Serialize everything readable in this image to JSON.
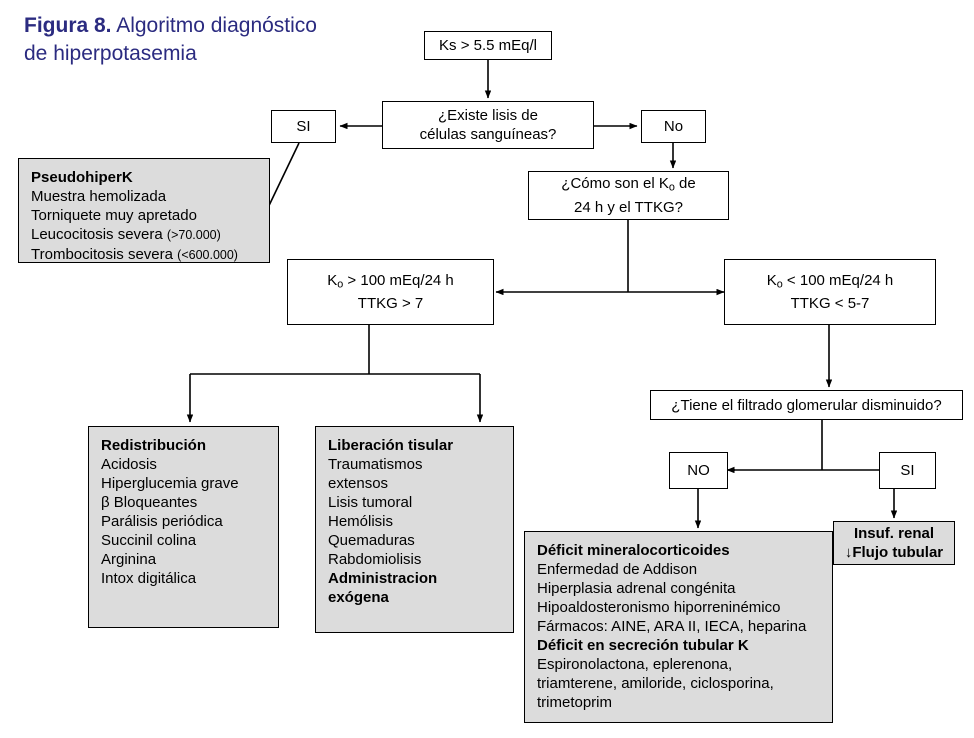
{
  "figure": {
    "label": "Figura 8.",
    "caption": " Algoritmo diagnóstico de hiperpotasemia",
    "title_color": "#2b2b80"
  },
  "colors": {
    "box_fill_plain": "#ffffff",
    "box_fill_gray": "#dcdcdc",
    "stroke": "#000000"
  },
  "nodes": {
    "ks": {
      "line1": "Ks > 5.5 mEq/l"
    },
    "lisis": {
      "line1": "¿Existe lisis de",
      "line2": "células sanguíneas?"
    },
    "si_top": {
      "line1": "SI"
    },
    "no_top": {
      "line1": "No"
    },
    "pseudo": {
      "heading": "PseudohiperK",
      "items": [
        "Muestra  hemolizada",
        "Torniquete  muy  apretado",
        "Leucocitosis severa ",
        "Trombocitosis severa  "
      ],
      "leuco_paren": "(>70.000)",
      "trombo_paren": "(<600.000)"
    },
    "como": {
      "line1_a": "¿Cómo son el K",
      "line1_sub": "o",
      "line1_b": " de",
      "line2": "24 h y el TTKG?"
    },
    "k_left": {
      "line1_a": "K",
      "line1_sub": "o",
      "line1_b": " > 100 mEq/24 h",
      "line2": "TTKG > 7"
    },
    "k_right": {
      "line1_a": "K",
      "line1_sub": "o",
      "line1_b": " < 100 mEq/24 h",
      "line2": "TTKG < 5-7"
    },
    "filtrado": {
      "line1": "¿Tiene el filtrado glomerular disminuido?"
    },
    "no_bottom": {
      "line1": "NO"
    },
    "si_bottom": {
      "line1": "SI"
    },
    "redistribucion": {
      "heading": "Redistribución",
      "items": [
        "Acidosis",
        "Hiperglucemia   grave",
        "β Bloqueantes",
        "Parálisis periódica",
        "Succinil colina",
        "Arginina",
        "Intox  digitálica"
      ]
    },
    "liberacion": {
      "heading": "Liberación tisular",
      "items": [
        "Traumatismos",
        " extensos",
        "Lisis tumoral",
        "Hemólisis",
        "Quemaduras",
        "Rabdomiolisis"
      ],
      "heading2_line1": "Administracion",
      "heading2_line2": "exógena"
    },
    "deficit": {
      "heading1": "Déficit mineralocorticoides",
      "items1": [
        "Enfermedad de Addison",
        "Hiperplasia adrenal congénita",
        "Hipoaldosteronismo hiporreninémico",
        "Fármacos: AINE,  ARA II,  IECA, heparina"
      ],
      "heading2": "Déficit en secreción tubular K",
      "items2": [
        "Espironolactona, eplerenona,",
        "triamterene,  amiloride, ciclosporina,",
        "trimetoprim"
      ]
    },
    "insuf": {
      "line1": "Insuf. renal",
      "line2": "↓Flujo tubular"
    }
  }
}
